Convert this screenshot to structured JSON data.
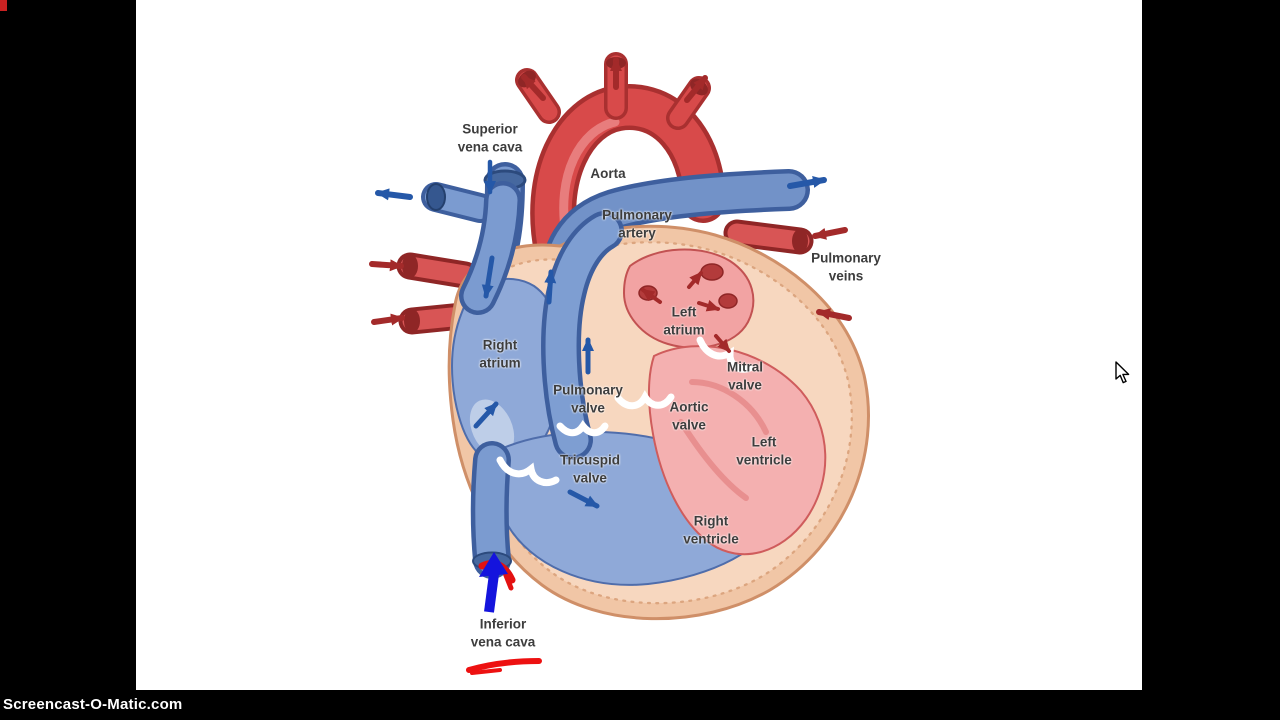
{
  "frame": {
    "watermark": "Screencast-O-Matic.com"
  },
  "diagram": {
    "labels": {
      "superior_vena_cava": "Superior\nvena cava",
      "aorta": "Aorta",
      "pulmonary_artery": "Pulmonary\nartery",
      "pulmonary_veins": "Pulmonary\nveins",
      "right_atrium": "Right\natrium",
      "left_atrium": "Left\natrium",
      "mitral_valve": "Mitral\nvalve",
      "pulmonary_valve": "Pulmonary\nvalve",
      "aortic_valve": "Aortic\nvalve",
      "left_ventricle": "Left\nventricle",
      "tricuspid_valve": "Tricuspid\nvalve",
      "right_ventricle": "Right\nventricle",
      "inferior_vena_cava": "Inferior\nvena cava"
    },
    "colors": {
      "artery_red": "#d84a4a",
      "artery_dark": "#a32a2a",
      "vein_blue": "#7b9bd0",
      "vein_dark": "#3e5f9e",
      "heart_wall": "#f1c6a6",
      "chamber_blue": "#8fa9d8",
      "chamber_pink": "#f2a3a3",
      "annotation_blue": "#1414dd",
      "annotation_red": "#ee1111",
      "label_text": "#3d3d3d"
    }
  }
}
